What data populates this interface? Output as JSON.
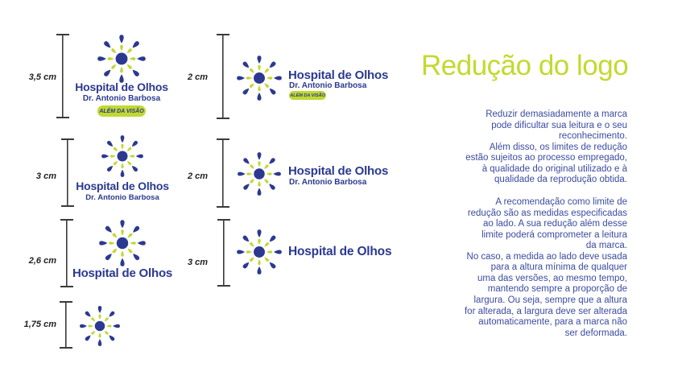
{
  "page": {
    "title": "Redução do logo"
  },
  "logo": {
    "name": "Hospital de Olhos",
    "subtitle": "Dr. Antonio Barbosa",
    "tagline": "ALÉM DA VISÃO"
  },
  "measurements": {
    "row1_left": "3,5 cm",
    "row1_right": "2 cm",
    "row2_left": "3 cm",
    "row2_right": "2 cm",
    "row3_left": "2,6 cm",
    "row3_right": "3 cm",
    "row4_left": "1,75 cm"
  },
  "body": {
    "paragraph1": "Reduzir demasiadamente a marca\npode dificultar sua leitura e o seu\nreconhecimento.\nAlém disso, os limites de redução\nestão sujeitos ao processo empregado,\nà qualidade do original utilizado e à\nqualidade da reprodução obtida.",
    "paragraph2": "A recomendação como limite de\nredução são as medidas especificadas\nao lado. A sua redução além desse\nlimite poderá comprometer a leitura\nda marca.\nNo caso, a medida ao lado deve usada\npara a altura mínima de qualquer\numa das versões, ao mesmo tempo,\nmantendo sempre a proporção de\nlargura. Ou seja, sempre que a altura\nfor alterada, a largura deve ser alterada\nautomaticamente, para a marca não\nser deformada."
  },
  "colors": {
    "brand_blue": "#2B3990",
    "lime_green": "#C1D832",
    "body_text_blue": "#3A4BA0",
    "measure_line": "#3A3A3A"
  }
}
